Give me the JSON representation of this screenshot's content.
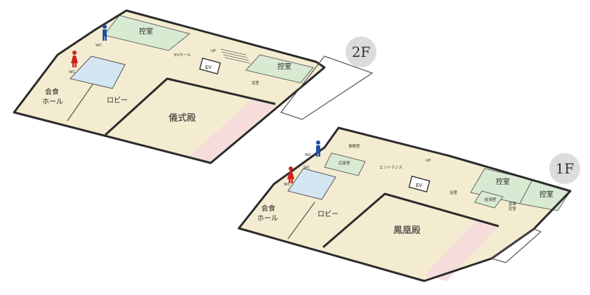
{
  "colors": {
    "floor": "#f4ecd0",
    "tatami": "#d9ead3",
    "blue_room": "#d4e6f1",
    "stage": "#f7dcdc",
    "wall": "#2b2b2b",
    "male_icon": "#1f4ea3",
    "female_icon": "#d42020"
  },
  "floor2": {
    "badge": "2F",
    "rooms": {
      "hikae_1": "控室",
      "hikae_2": "控室",
      "kaishoku": "会食\nホール",
      "lobby": "ロビー",
      "gishikiden": "儀式殿",
      "ev_hall": "EVホール",
      "ev": "EV",
      "wc_male": "WC",
      "wc_female": "WC",
      "yoshitsu": "浴室",
      "up_down": "UP"
    }
  },
  "floor1": {
    "badge": "1F",
    "rooms": {
      "jimushitsu": "事務室",
      "osetsushitsu": "応接室",
      "entrance": "エントランス",
      "hikae_1": "控室",
      "hikae_2": "控室",
      "kaishoku": "会食\nホール",
      "lobby": "ロビー",
      "houoden": "鳳凰殿",
      "ev": "EV",
      "wc_male": "WC",
      "wc_female": "WC",
      "yoshitsu": "浴室",
      "kyutoshitsu": "給湯室",
      "soko": "倉庫\n控室",
      "up": "UP"
    }
  }
}
